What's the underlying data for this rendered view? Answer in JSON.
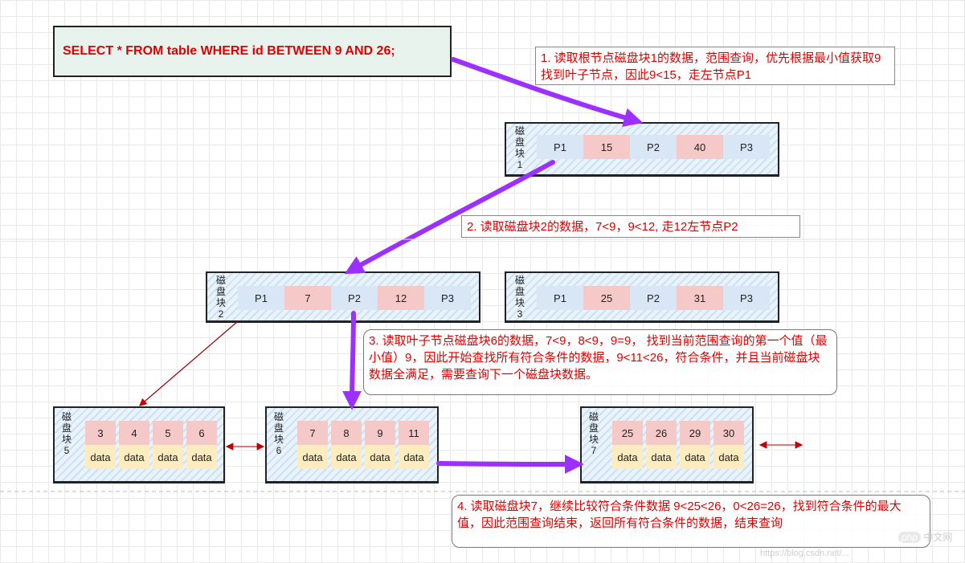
{
  "sql": "SELECT *  FROM table WHERE id BETWEEN 9 AND 26;",
  "block_label_chars": [
    "磁",
    "盘",
    "块"
  ],
  "blocks": {
    "b1": {
      "num": "1",
      "cells": [
        "P1",
        "15",
        "P2",
        "40",
        "P3"
      ]
    },
    "b2": {
      "num": "2",
      "cells": [
        "P1",
        "7",
        "P2",
        "12",
        "P3"
      ]
    },
    "b3": {
      "num": "3",
      "cells": [
        "P1",
        "25",
        "P2",
        "31",
        "P3"
      ]
    },
    "b5": {
      "num": "5",
      "keys": [
        "3",
        "4",
        "5",
        "6"
      ],
      "data": [
        "data",
        "data",
        "data",
        "data"
      ]
    },
    "b6": {
      "num": "6",
      "keys": [
        "7",
        "8",
        "9",
        "11"
      ],
      "data": [
        "data",
        "data",
        "data",
        "data"
      ]
    },
    "b7": {
      "num": "7",
      "keys": [
        "25",
        "26",
        "29",
        "30"
      ],
      "data": [
        "data",
        "data",
        "data",
        "data"
      ]
    }
  },
  "notes": {
    "n1": "1. 读取根节点磁盘块1的数据，范围查询，优先根据最小值获取9找到叶子节点，因此9<15，走左节点P1",
    "n2": "2. 读取磁盘块2的数据，7<9，9<12, 走12左节点P2",
    "n3": "3. 读取叶子节点磁盘块6的数据，7<9，8<9，9=9， 找到当前范围查询的第一个值（最小值）9，因此开始查找所有符合条件的数据，9<11<26，符合条件，并且当前磁盘块数据全满足，需要查询下一个磁盘块数据。",
    "n4": "4. 读取磁盘块7，继续比较符合条件数据 9<25<26，0<26=26，找到符合条件的最大值，因此范围查询结束，返回所有符合条件的数据，结束查询"
  },
  "watermarks": [
    "php",
    "中文网",
    "https://blog.csdn.net/..."
  ],
  "colors": {
    "arrow": "#9b30ff",
    "note_text": "#e00000",
    "pointer_cell": "#d8e6f6",
    "key_cell": "#f6c9c9",
    "data_cell": "#fdecc0"
  }
}
